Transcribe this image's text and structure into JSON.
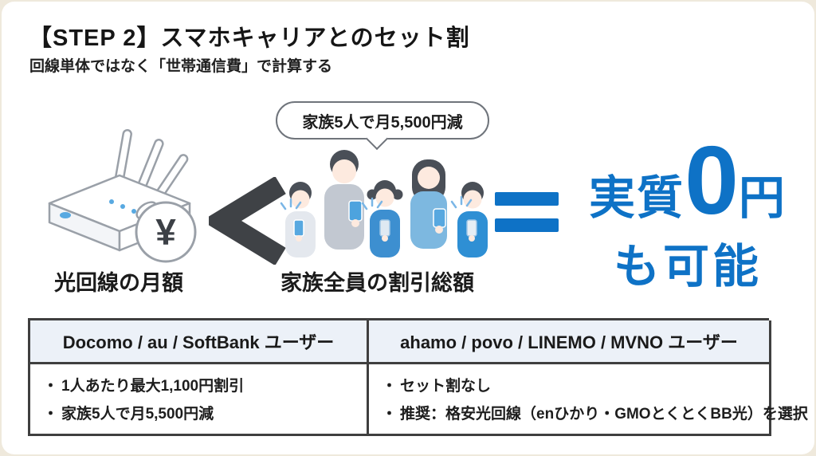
{
  "colors": {
    "page_bg": "#efe9dc",
    "card_bg": "#ffffff",
    "accent_blue": "#0e72c6",
    "symbol_dark": "#3f4246",
    "table_header_bg": "#ecf1f8",
    "table_border": "#3f3f3f",
    "bubble_border": "#6f747b"
  },
  "header": {
    "title": "【STEP 2】スマホキャリアとのセット割",
    "subtitle": "回線単体ではなく「世帯通信費」で計算する"
  },
  "diagram": {
    "speech_bubble": "家族5人で月5,500円減",
    "router_label": "光回線の月額",
    "family_label": "家族全員の割引総額",
    "less_than_symbol": "<",
    "equals_symbol": "=",
    "yen_symbol": "¥",
    "result": {
      "prefix": "実質",
      "zero": "0",
      "unit": "円",
      "line2": "も可能"
    }
  },
  "table": {
    "bullet": "・",
    "columns": [
      {
        "header": "Docomo / au / SoftBank ユーザー",
        "items": [
          "1人あたり最大1,100円割引",
          "家族5人で月5,500円減"
        ]
      },
      {
        "header": "ahamo / povo / LINEMO / MVNO ユーザー",
        "items": [
          "セット割なし",
          "推奨：格安光回線（enひかり・GMOとくとくBB光）を選択"
        ]
      }
    ]
  }
}
